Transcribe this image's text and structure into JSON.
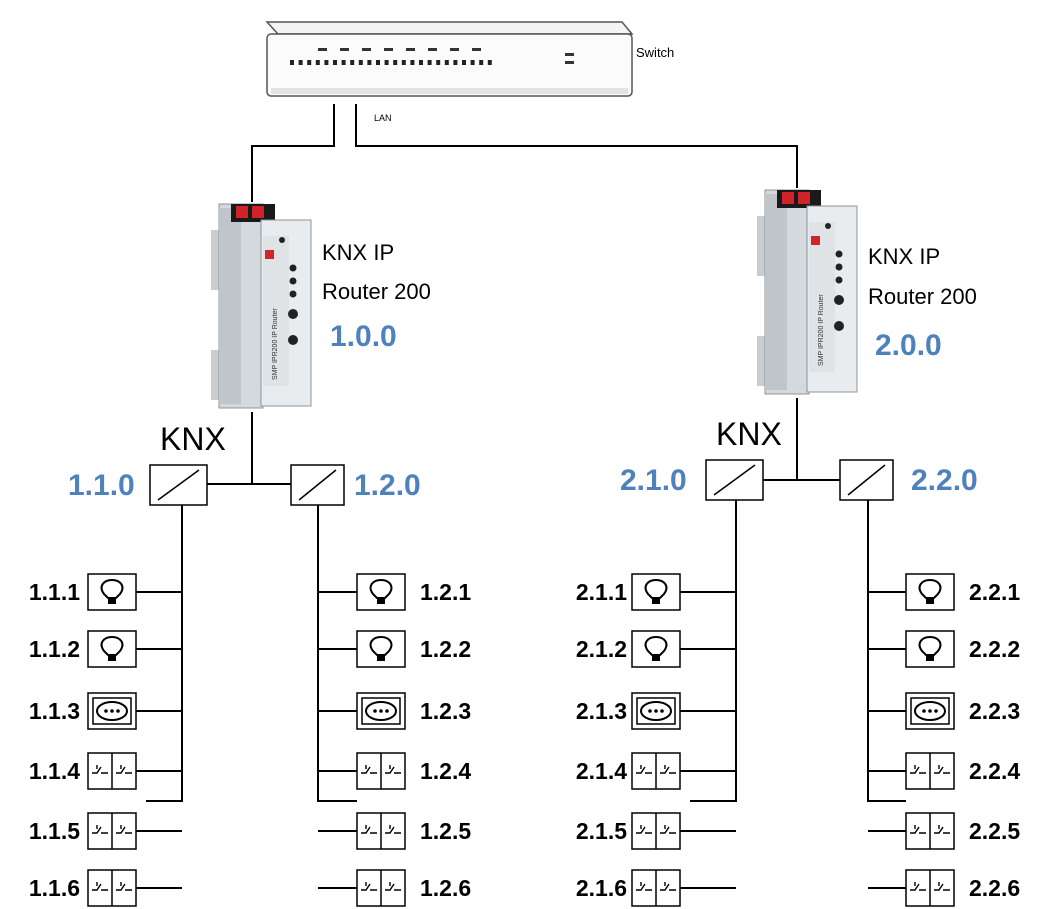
{
  "switch": {
    "label": "Switch",
    "lan_label": "LAN",
    "icon": "network-switch-icon"
  },
  "network_label": "KNX",
  "colors": {
    "address_blue": "#4f81bd",
    "router_red": "#d3232a"
  },
  "routers": [
    {
      "name_line1": "KNX IP",
      "name_line2": "Router 200",
      "address": "1.0.0",
      "device_text": "SMP IPR200 IP Router"
    },
    {
      "name_line1": "KNX IP",
      "name_line2": "Router 200",
      "address": "2.0.0",
      "device_text": "SMP IPR200 IP Router"
    }
  ],
  "line_couplers": [
    {
      "address": "1.1.0"
    },
    {
      "address": "1.2.0"
    },
    {
      "address": "2.1.0"
    },
    {
      "address": "2.2.0"
    }
  ],
  "device_lines": [
    {
      "coupler": "1.1.0",
      "devices": [
        {
          "address": "1.1.1",
          "type": "lamp"
        },
        {
          "address": "1.1.2",
          "type": "lamp"
        },
        {
          "address": "1.1.3",
          "type": "socket"
        },
        {
          "address": "1.1.4",
          "type": "switch"
        },
        {
          "address": "1.1.5",
          "type": "switch"
        },
        {
          "address": "1.1.6",
          "type": "switch"
        }
      ]
    },
    {
      "coupler": "1.2.0",
      "devices": [
        {
          "address": "1.2.1",
          "type": "lamp"
        },
        {
          "address": "1.2.2",
          "type": "lamp"
        },
        {
          "address": "1.2.3",
          "type": "socket"
        },
        {
          "address": "1.2.4",
          "type": "switch"
        },
        {
          "address": "1.2.5",
          "type": "switch"
        },
        {
          "address": "1.2.6",
          "type": "switch"
        }
      ]
    },
    {
      "coupler": "2.1.0",
      "devices": [
        {
          "address": "2.1.1",
          "type": "lamp"
        },
        {
          "address": "2.1.2",
          "type": "lamp"
        },
        {
          "address": "2.1.3",
          "type": "socket"
        },
        {
          "address": "2.1.4",
          "type": "switch"
        },
        {
          "address": "2.1.5",
          "type": "switch"
        },
        {
          "address": "2.1.6",
          "type": "switch"
        }
      ]
    },
    {
      "coupler": "2.2.0",
      "devices": [
        {
          "address": "2.2.1",
          "type": "lamp"
        },
        {
          "address": "2.2.2",
          "type": "lamp"
        },
        {
          "address": "2.2.3",
          "type": "socket"
        },
        {
          "address": "2.2.4",
          "type": "switch"
        },
        {
          "address": "2.2.5",
          "type": "switch"
        },
        {
          "address": "2.2.6",
          "type": "switch"
        }
      ]
    }
  ]
}
